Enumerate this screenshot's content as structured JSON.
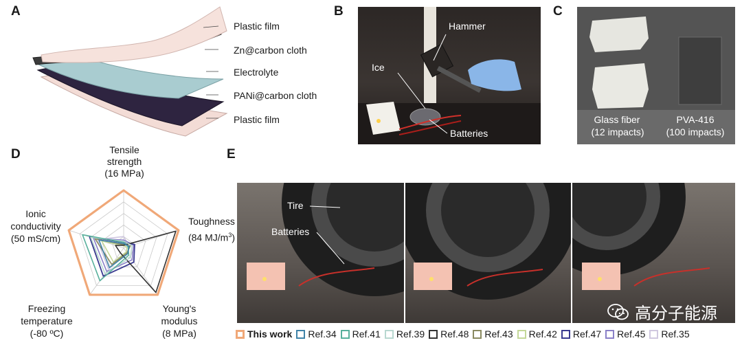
{
  "panels": {
    "a": {
      "letter": "A",
      "layers": [
        "Plastic film",
        "Zn@carbon cloth",
        "Electrolyte",
        "PANi@carbon cloth",
        "Plastic film"
      ]
    },
    "b": {
      "letter": "B",
      "labels": {
        "hammer": "Hammer",
        "ice": "Ice",
        "batteries": "Batteries"
      }
    },
    "c": {
      "letter": "C",
      "left": {
        "name": "Glass fiber",
        "count": "(12 impacts)"
      },
      "right": {
        "name": "PVA-416",
        "count": "(100 impacts)"
      }
    },
    "d": {
      "letter": "D"
    },
    "e": {
      "letter": "E",
      "labels": {
        "tire": "Tire",
        "batteries": "Batteries"
      }
    }
  },
  "chart_data": {
    "type": "radar",
    "axes": [
      {
        "name": "Tensile strength",
        "lines": [
          "Tensile",
          "strength",
          "(16 MPa)"
        ]
      },
      {
        "name": "Toughness",
        "lines": [
          "Toughness",
          "(84 MJ/m",
          "3",
          ")"
        ]
      },
      {
        "name": "Young's modulus",
        "lines": [
          "Young's",
          "modulus",
          "(8 MPa)"
        ]
      },
      {
        "name": "Freezing temperature",
        "lines": [
          "Freezing",
          "temperature",
          "(-80 ºC)"
        ]
      },
      {
        "name": "Ionic conductivity",
        "lines": [
          "Ionic",
          "conductivity",
          "(50 mS/cm)"
        ]
      }
    ],
    "range": [
      0,
      1
    ],
    "grid_levels": 5,
    "series": [
      {
        "name": "This work",
        "color": "#f0a878",
        "width": 3.2,
        "values": [
          1.0,
          1.0,
          1.0,
          1.0,
          1.0
        ]
      },
      {
        "name": "Ref.34",
        "color": "#3f83a8",
        "width": 1.6,
        "values": [
          0.08,
          0.1,
          0.12,
          0.42,
          0.45
        ]
      },
      {
        "name": "Ref.41",
        "color": "#58b09c",
        "width": 1.6,
        "values": [
          0.1,
          0.08,
          0.15,
          0.7,
          0.75
        ]
      },
      {
        "name": "Ref.39",
        "color": "#b8d8d0",
        "width": 1.6,
        "values": [
          0.12,
          0.15,
          0.2,
          0.55,
          0.6
        ]
      },
      {
        "name": "Ref.48",
        "color": "#333333",
        "width": 1.6,
        "values": [
          0.05,
          0.95,
          0.95,
          0.1,
          0.15
        ]
      },
      {
        "name": "Ref.43",
        "color": "#8a8a60",
        "width": 1.6,
        "values": [
          0.06,
          0.12,
          0.1,
          0.35,
          0.52
        ]
      },
      {
        "name": "Ref.42",
        "color": "#c4d898",
        "width": 1.6,
        "values": [
          0.04,
          0.06,
          0.08,
          0.3,
          0.4
        ]
      },
      {
        "name": "Ref.47",
        "color": "#3a3a90",
        "width": 1.8,
        "values": [
          0.1,
          0.2,
          0.3,
          0.6,
          0.62
        ]
      },
      {
        "name": "Ref.45",
        "color": "#8a80c8",
        "width": 1.6,
        "values": [
          0.14,
          0.18,
          0.25,
          0.5,
          0.55
        ]
      },
      {
        "name": "Ref.35",
        "color": "#d0c8e0",
        "width": 1.6,
        "values": [
          0.2,
          0.1,
          0.1,
          0.45,
          0.48
        ]
      }
    ]
  },
  "watermark": {
    "text": "高分子能源"
  }
}
